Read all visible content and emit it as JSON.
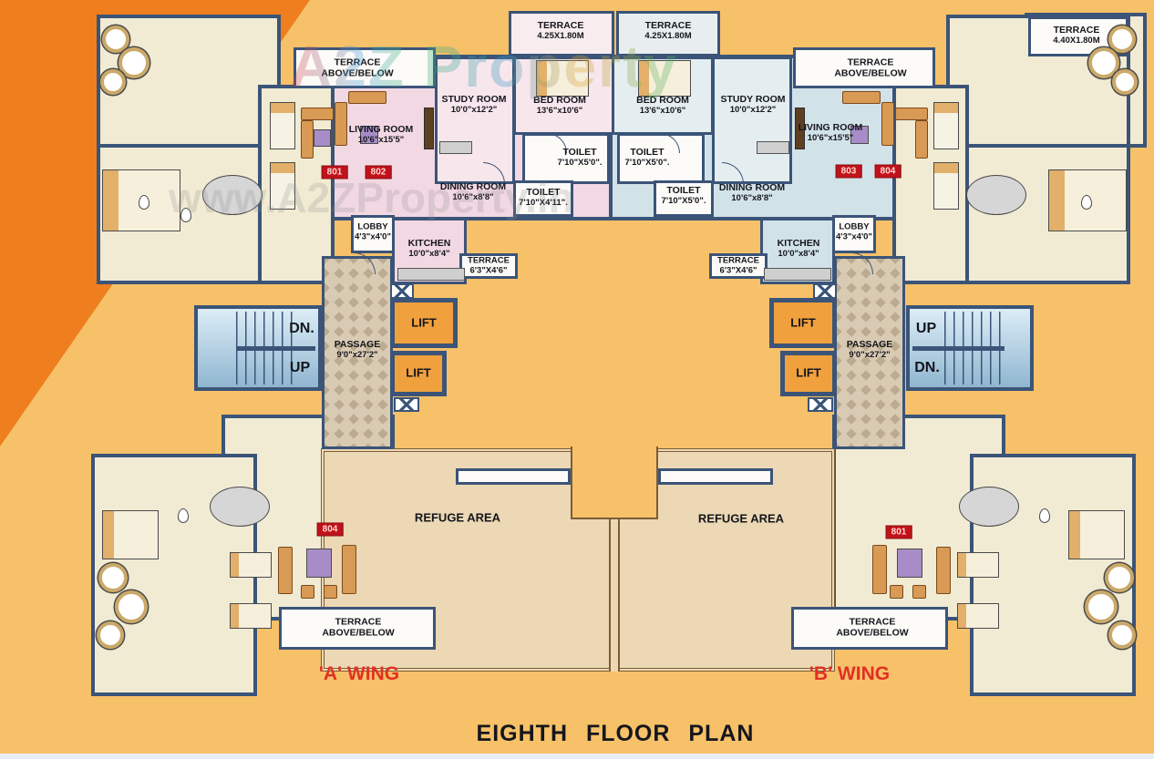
{
  "plan": {
    "title": "EIGHTH FLOOR PLAN",
    "wing_a": "'A' WING",
    "wing_b": "'B' WING"
  },
  "watermark": {
    "brand": "A2Z Property",
    "url": "www.A2ZProperty.in"
  },
  "units": {
    "a1": "801",
    "a2": "802",
    "b1": "803",
    "b2": "804",
    "a_bottom": "804",
    "b_bottom": "801"
  },
  "rooms": {
    "terrace_425": {
      "name": "TERRACE",
      "dims": "4.25X1.80M"
    },
    "terrace_440": {
      "name": "TERRACE",
      "dims": "4.40X1.80M"
    },
    "terrace_ab": {
      "name": "TERRACE",
      "dims": "ABOVE/BELOW"
    },
    "study": {
      "name": "STUDY ROOM",
      "dims": "10'0\"x12'2\""
    },
    "bed": {
      "name": "BED ROOM",
      "dims": "13'6\"x10'6\""
    },
    "living": {
      "name": "LIVING ROOM",
      "dims": "10'6\"x15'5\""
    },
    "toilet_50": {
      "name": "TOILET",
      "dims": "7'10\"X5'0\"."
    },
    "toilet_411": {
      "name": "TOILET",
      "dims": "7'10\"X4'11\"."
    },
    "dining": {
      "name": "DINING ROOM",
      "dims": "10'6\"x8'8\""
    },
    "lobby": {
      "name": "LOBBY",
      "dims": "4'3\"x4'0\""
    },
    "kitchen": {
      "name": "KITCHEN",
      "dims": "10'0\"x8'4\""
    },
    "terrace_63": {
      "name": "TERRACE",
      "dims": "6'3\"X4'6\""
    },
    "passage": {
      "name": "PASSAGE",
      "dims": "9'0\"x27'2\""
    },
    "lift": "LIFT",
    "refuge": "REFUGE AREA",
    "dn": "DN.",
    "up": "UP"
  },
  "colors": {
    "wall": "#3b5478",
    "page": "#f7c169",
    "corner": "#ee7e1e",
    "cream": "#f1ebd4",
    "pink": "#f2d8e2",
    "pinklight": "#f7e6ec",
    "blue": "#d2e2e9",
    "bluelight": "#e4edf0",
    "white": "#fdfbf8",
    "refuge": "#ecd8b4",
    "refline": "#7b5c36",
    "passage": "#d9cbb3",
    "diamond": "#bcab90",
    "lift": "#f0a03c",
    "stair1": "#dcedf7",
    "stair2": "#8fb6d0",
    "red": "#c1121b",
    "wingred": "#e03024",
    "text": "#15161c",
    "tan": "#d99a55"
  }
}
